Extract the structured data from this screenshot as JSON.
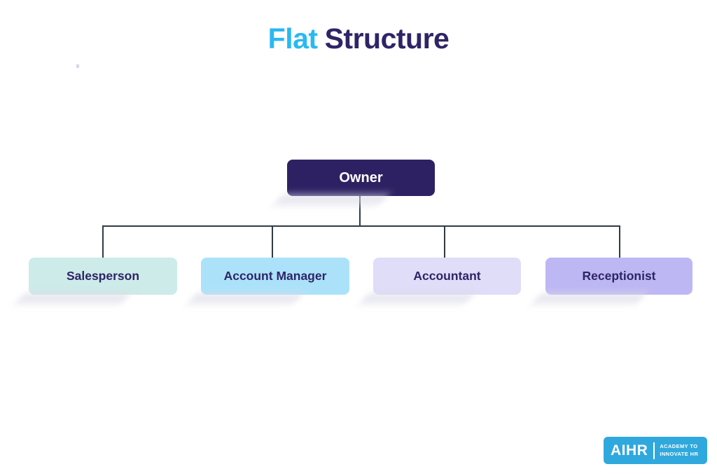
{
  "title": {
    "part1": "Flat",
    "part2": "Structure"
  },
  "chart_data": {
    "type": "org-chart",
    "title": "Flat Structure",
    "root": {
      "label": "Owner",
      "bg": "#2e2163",
      "text_color": "#ffffff"
    },
    "children": [
      {
        "label": "Salesperson",
        "bg": "#cdebe8"
      },
      {
        "label": "Account Manager",
        "bg": "#abe2fa"
      },
      {
        "label": "Accountant",
        "bg": "#dfddf8"
      },
      {
        "label": "Receptionist",
        "bg": "#bdb8f3"
      }
    ],
    "child_text_color": "#2e2466",
    "connector_color": "#303b45"
  },
  "colors": {
    "title_accent": "#29b9f2",
    "title_main": "#2e2466",
    "background": "#ffffff",
    "logo_bg": "#2fa9dd"
  },
  "logo": {
    "brand": "AIHR",
    "tagline_line1": "ACADEMY TO",
    "tagline_line2": "INNOVATE HR",
    "bg": "#2fa9dd"
  }
}
